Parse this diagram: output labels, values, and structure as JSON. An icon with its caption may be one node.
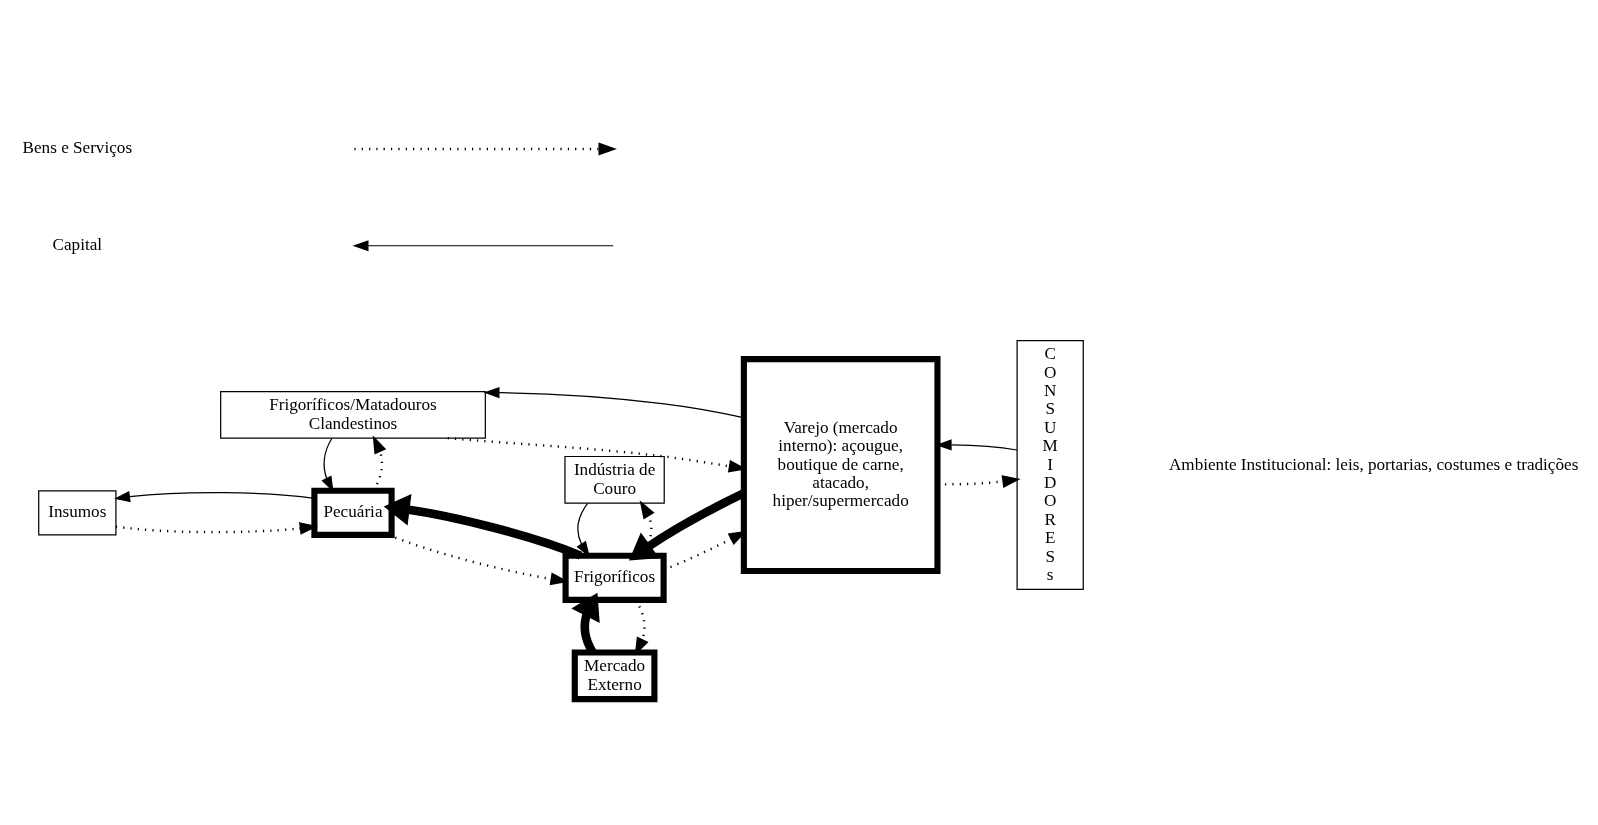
{
  "diagram": {
    "nodes": [
      {
        "text": [
          "Insumos"
        ]
      },
      {
        "text": [
          "Pecuária"
        ]
      },
      {
        "text": [
          "Mercado Externo"
        ]
      },
      {
        "text": [
          "Frigoríficos"
        ]
      },
      {
        "text": [
          "Varejo (mercado interno): açougue, boutique de carne, atacado, hiper/supermercado"
        ]
      },
      {
        "text": [
          "CONSUMIDORESs"
        ]
      },
      {
        "text": [
          "Indústria de Couro"
        ]
      },
      {
        "text": [
          "Frigoríficos/Matadouros Clandestinos"
        ]
      }
    ],
    "edges": [
      {
        "from": 1,
        "to": 0,
        "arrow": "to"
      },
      {
        "from": 0,
        "to": 1,
        "arrow": "to",
        "style": "dashed"
      },
      {
        "from": 3,
        "to": 1,
        "arrow": "to",
        "style": "thick"
      },
      {
        "from": 1,
        "to": 3,
        "arrow": "to",
        "style": "dashed"
      },
      {
        "from": 3,
        "to": 2,
        "arrow": "to",
        "style": "dashed"
      },
      {
        "from": 2,
        "to": 3,
        "arrow": "to",
        "style": "thick"
      },
      {
        "from": 4,
        "to": 3,
        "arrow": "to",
        "style": "thick"
      },
      {
        "from": 3,
        "to": 4,
        "arrow": "to",
        "style": "dashed"
      },
      {
        "from": 5,
        "to": 4,
        "arrow": "to"
      },
      {
        "from": 4,
        "to": 5,
        "arrow": "to",
        "style": "dashed"
      },
      {
        "from": 3,
        "to": 6,
        "arrow": "to",
        "style": "dashed"
      },
      {
        "from": 6,
        "to": 3,
        "arrow": "to"
      },
      {
        "from": 1,
        "to": 7,
        "arrow": "to",
        "style": "dashed"
      },
      {
        "from": 7,
        "to": 1,
        "arrow": "to"
      },
      {
        "from": 7,
        "to": 4,
        "arrow": "to",
        "style": "dashed"
      },
      {
        "from": 4,
        "to": 7,
        "arrow": "to"
      }
    ],
    "labels": [
      "Ambiente Institucional: leis, portarias, costumes e tradições"
    ],
    "legend": [
      {
        "text": "Bens e Serviços"
      },
      {
        "text": "Capital"
      }
    ]
  }
}
